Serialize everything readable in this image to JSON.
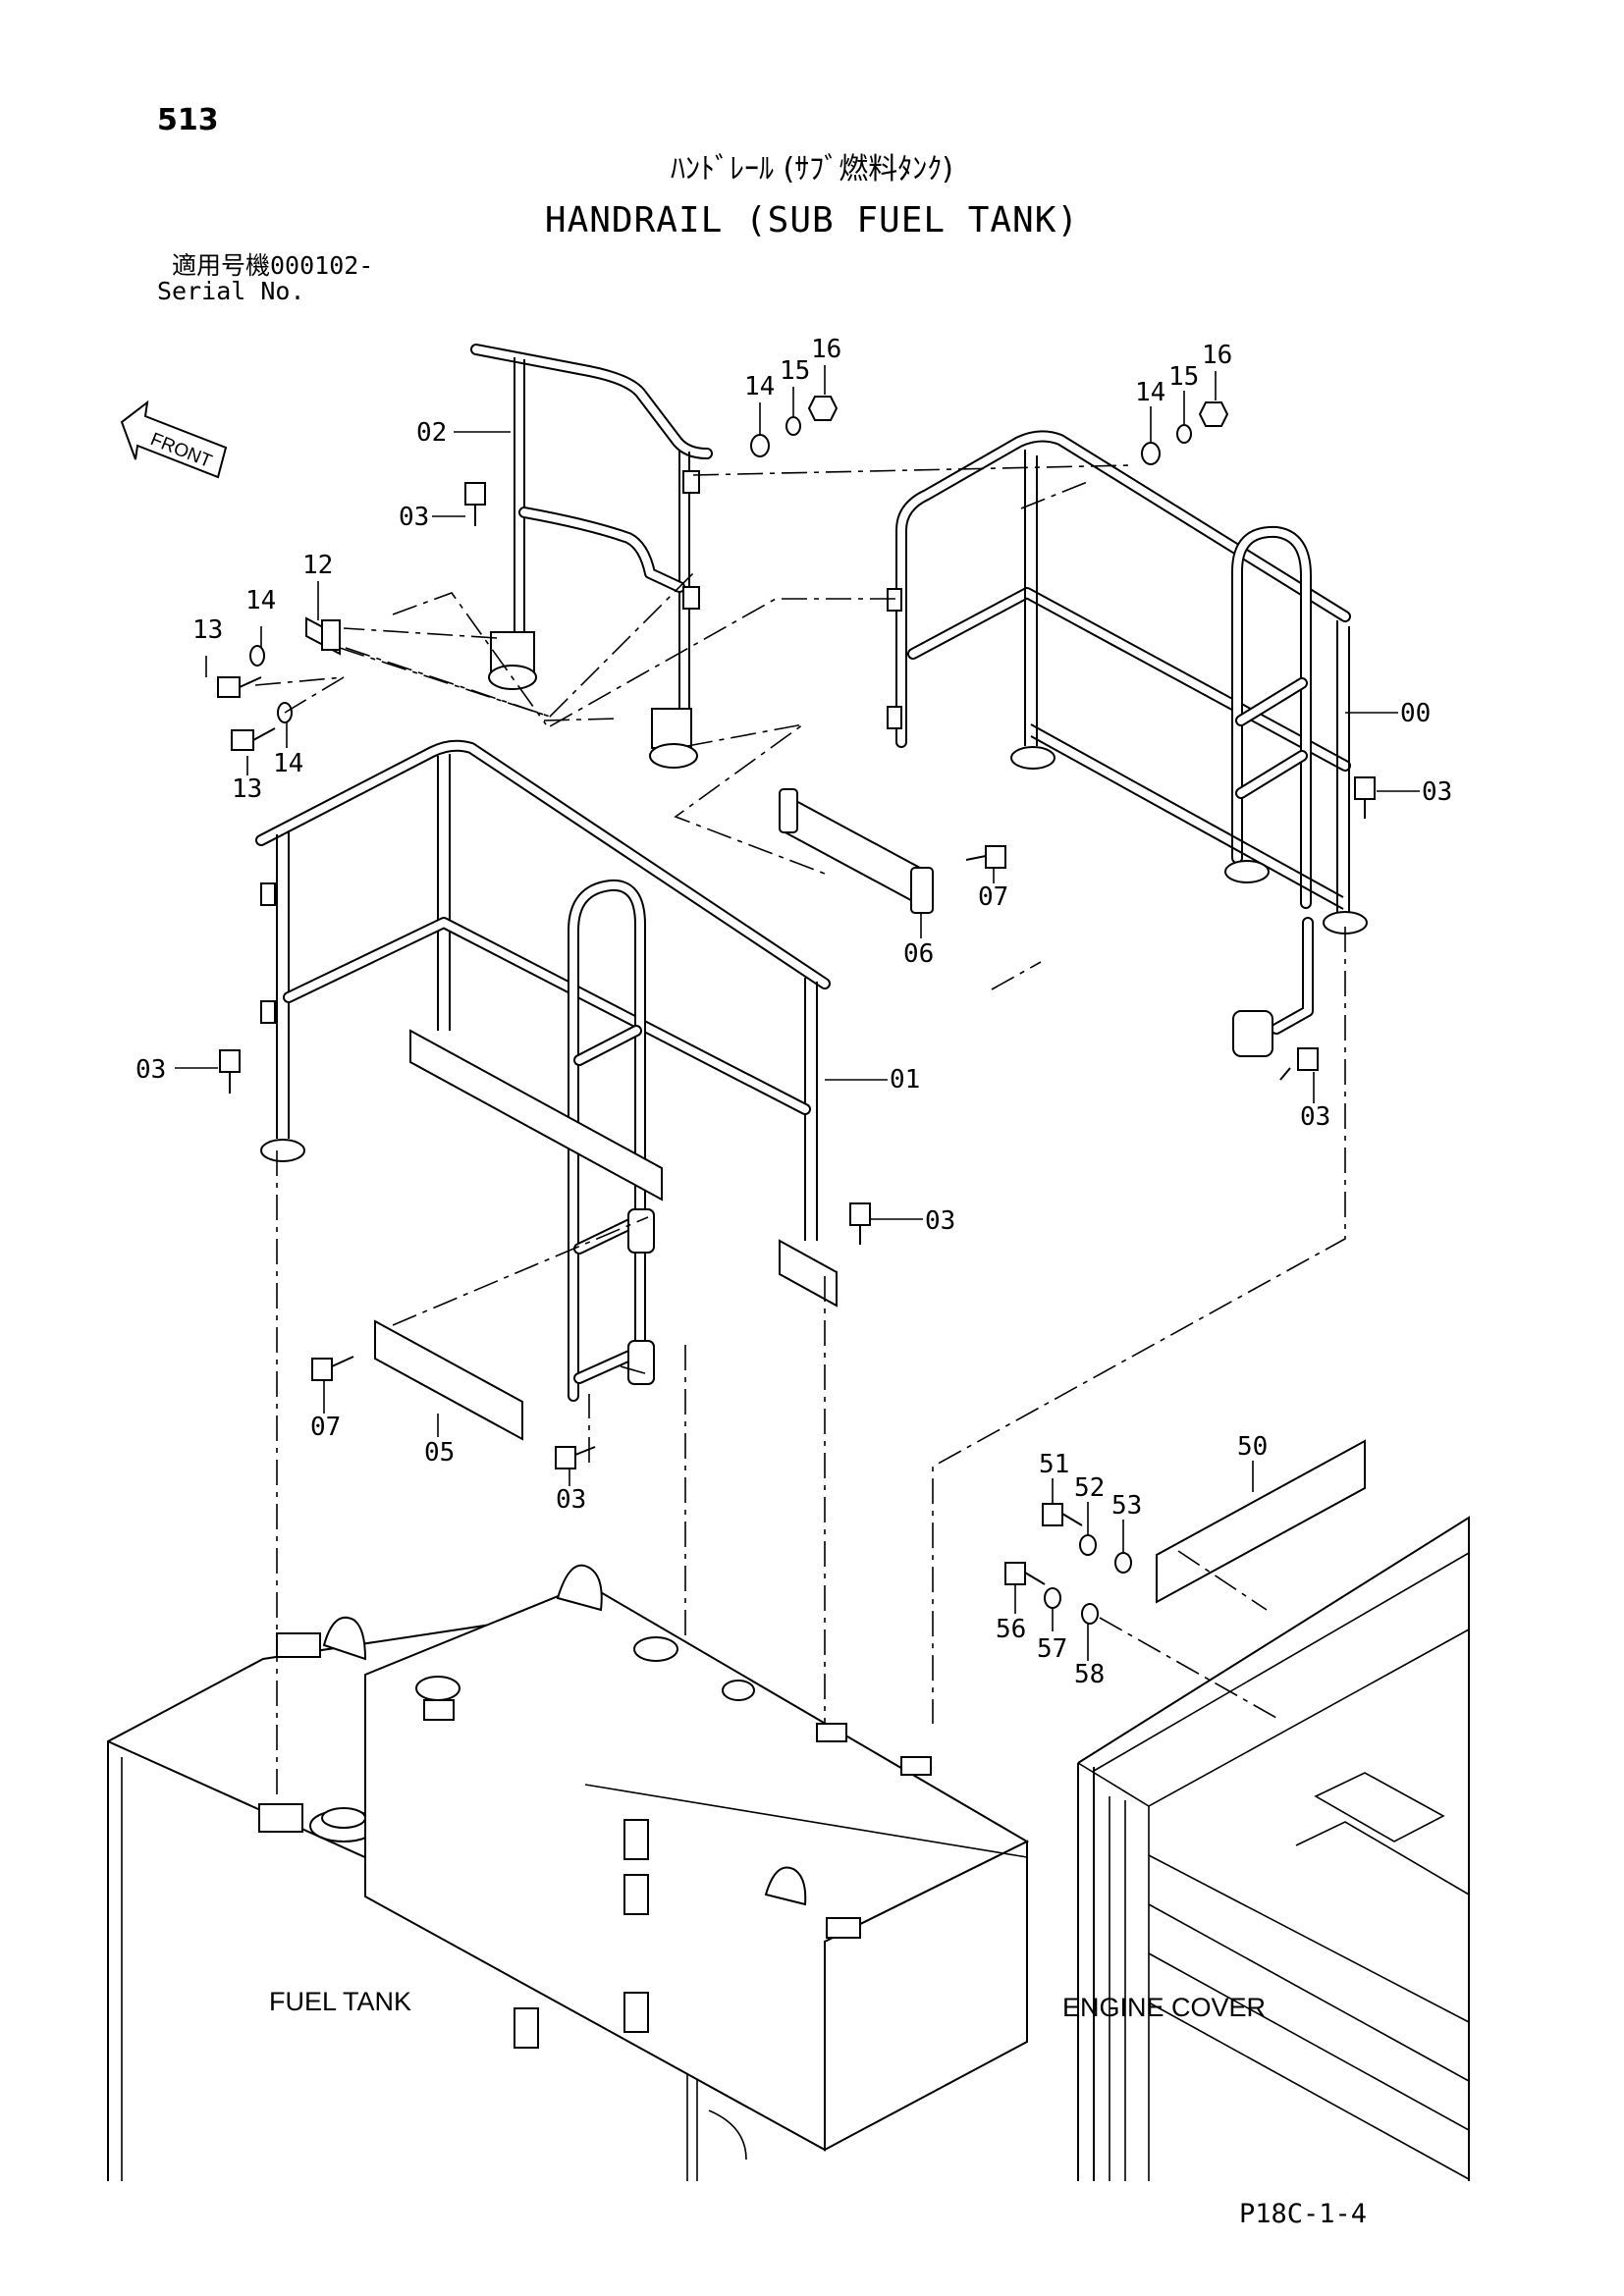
{
  "header": {
    "page_number": "513",
    "title_jp": "ﾊﾝﾄﾞﾚｰﾙ (ｻﾌﾞ燃料ﾀﾝｸ)",
    "title_en": "HANDRAIL (SUB FUEL TANK)",
    "serial_label_jp": "適用号機",
    "serial_value": "000102-",
    "serial_label_en": "Serial No."
  },
  "diagram": {
    "front_arrow_label": "FRONT",
    "part_callouts": [
      "00",
      "01",
      "02",
      "03",
      "03",
      "03",
      "03",
      "03",
      "03",
      "05",
      "06",
      "07",
      "07",
      "12",
      "13",
      "13",
      "14",
      "14",
      "14",
      "14",
      "15",
      "15",
      "16",
      "16",
      "50",
      "51",
      "52",
      "53",
      "56",
      "57",
      "58"
    ],
    "component_labels": {
      "fuel_tank": "FUEL TANK",
      "engine_cover": "ENGINE COVER"
    }
  },
  "footer": {
    "figure_code": "P18C-1-4"
  }
}
